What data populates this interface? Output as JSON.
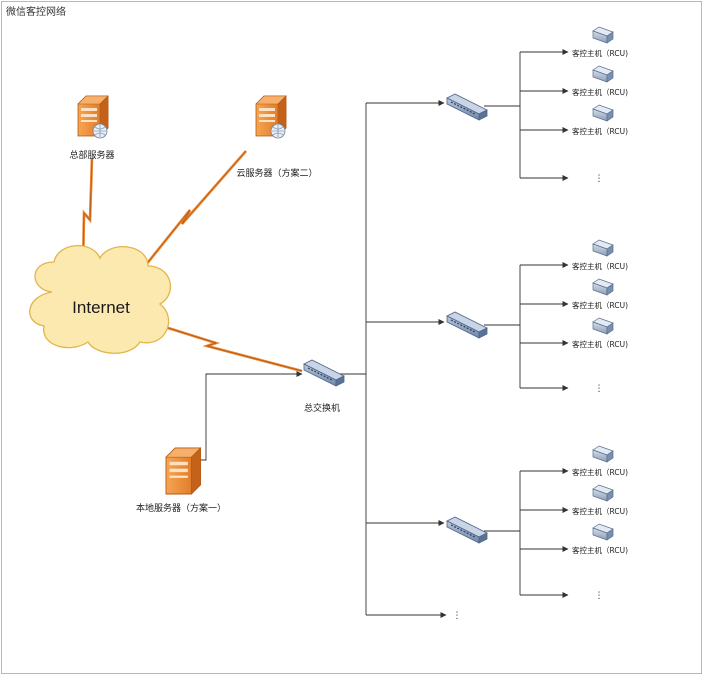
{
  "diagram_title": "微信客控网络",
  "nodes": {
    "hq_server": "总部服务器",
    "cloud_server": "云服务器（方案二）",
    "internet": "Internet",
    "main_switch": "总交换机",
    "local_server": "本地服务器（方案一）",
    "rcu_label": "客控主机（RCU)",
    "ellipsis": "⋮"
  },
  "colors": {
    "server_orange": "#f08a2c",
    "cloud_fill": "#fbe9b0",
    "cloud_stroke": "#e3b54a",
    "link_orange": "#e87f2a",
    "line": "#333333",
    "frame": "#a9bcd6"
  },
  "icons": {
    "server": "server-icon",
    "switch": "network-switch-icon",
    "rcu": "rcu-device-icon",
    "cloud": "cloud-icon"
  }
}
